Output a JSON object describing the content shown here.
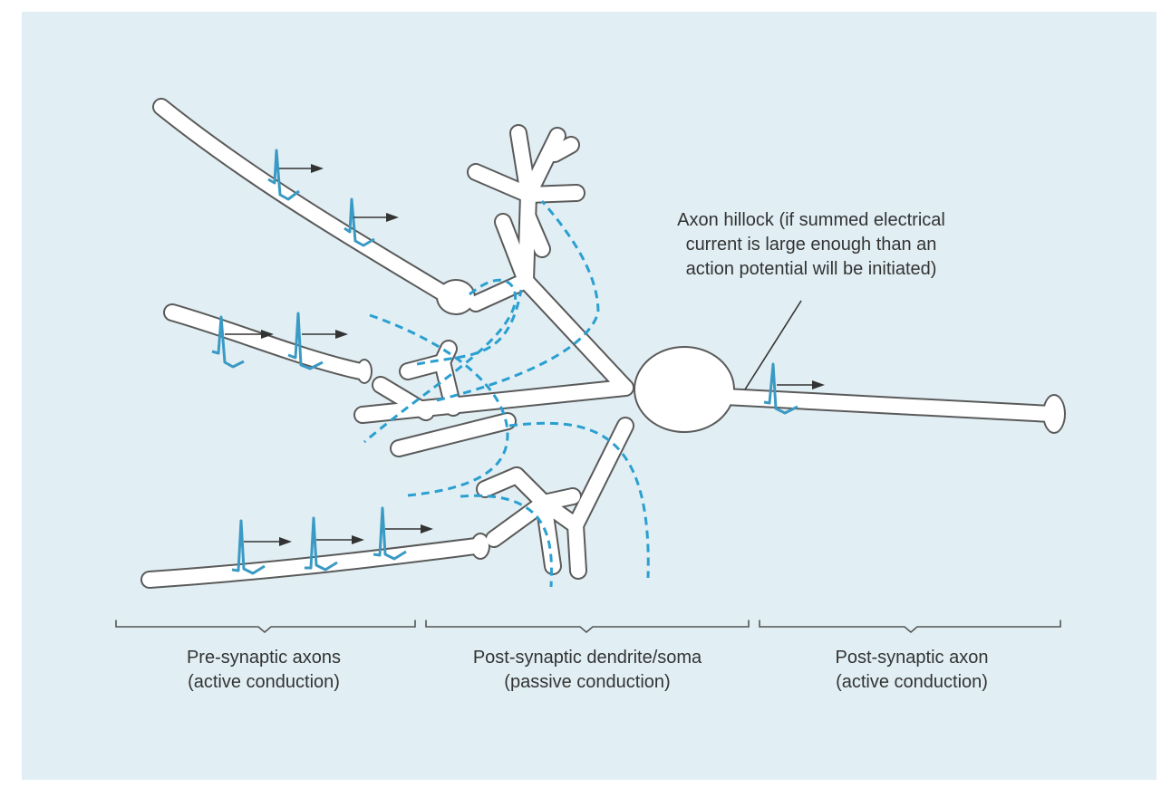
{
  "annotation": {
    "hillock": [
      "Axon hillock (if summed electrical",
      "current is large enough than an",
      "action potential will be initiated)"
    ]
  },
  "regions": [
    {
      "line1": "Pre-synaptic axons",
      "line2": "(active conduction)"
    },
    {
      "line1": "Post-synaptic dendrite/soma",
      "line2": "(passive conduction)"
    },
    {
      "line1": "Post-synaptic axon",
      "line2": "(active conduction)"
    }
  ],
  "colors": {
    "background": "#e1eff4",
    "neuron_fill": "#ffffff",
    "outline": "#5a5a5a",
    "spike": "#3a9ac4",
    "current": "#2a9fd0",
    "text": "#333333"
  }
}
